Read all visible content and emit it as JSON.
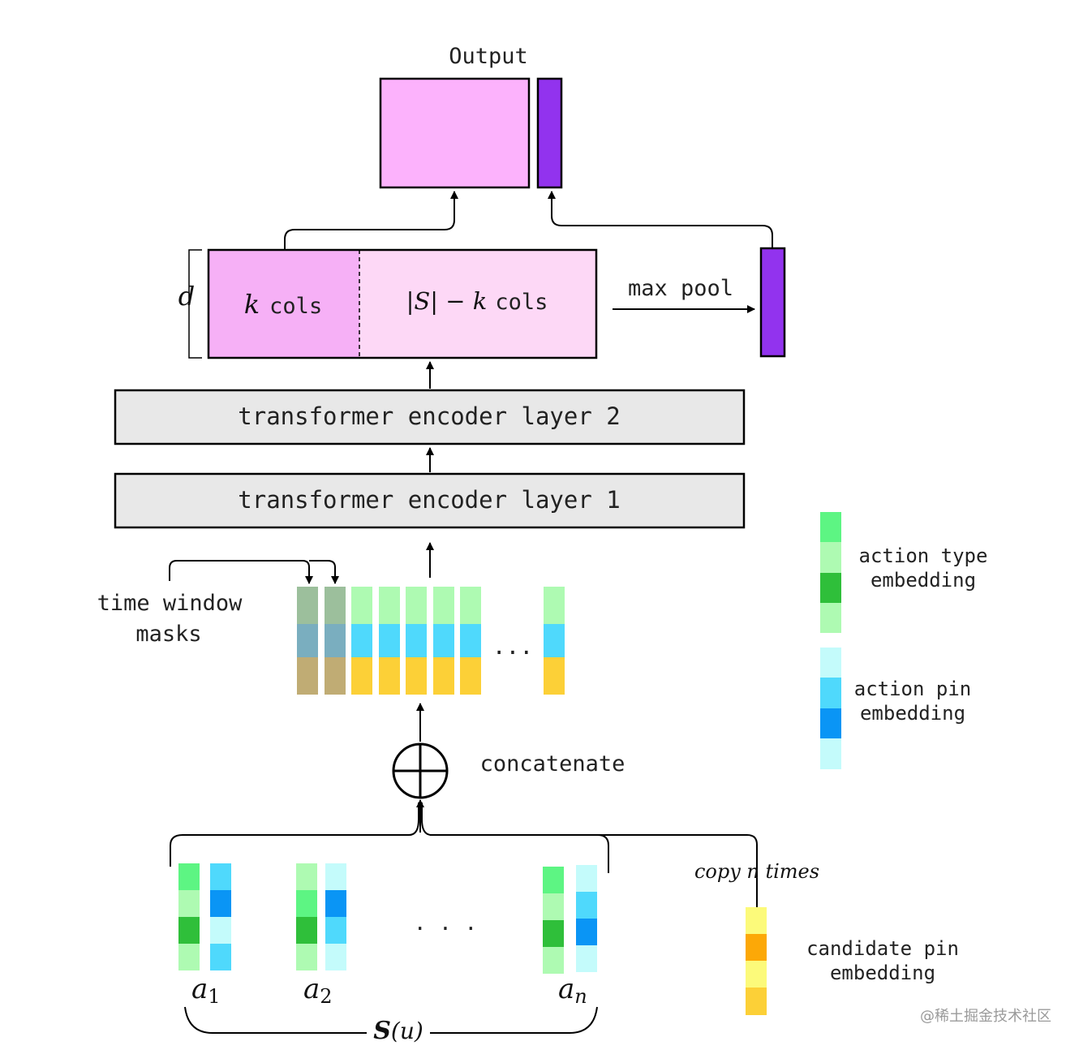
{
  "output_label": "Output",
  "max_pool_label": "max pool",
  "d_label": "d",
  "k_cols": {
    "k": "k",
    "cols": "cols"
  },
  "rest_cols": {
    "s": "|S| − k",
    "cols": "cols"
  },
  "encoder_layers": [
    "transformer encoder layer 2",
    "transformer encoder layer 1"
  ],
  "time_window_masks": [
    "time window",
    "masks"
  ],
  "ellipsis_seq": "...",
  "ellipsis_actions": ". . .",
  "concatenate_label": "concatenate",
  "copy_n_times": "copy n times",
  "actions": [
    {
      "name": "a",
      "sub": "1"
    },
    {
      "name": "a",
      "sub": "2"
    },
    {
      "name": "a",
      "sub": "n"
    }
  ],
  "sequence_label": {
    "s": "S",
    "arg": "(u)"
  },
  "legend": [
    {
      "lines": [
        "action type",
        "embedding"
      ]
    },
    {
      "lines": [
        "action pin",
        "embedding"
      ]
    },
    {
      "lines": [
        "candidate pin",
        "embedding"
      ]
    }
  ],
  "watermark": "@稀土掘金技术社区",
  "colors": {
    "output_pink": "#fcb2fc",
    "k_cols_pink": "#f6b0f6",
    "rest_pink": "#fdd8f6",
    "purple": "#9233ee",
    "encoder_gray": "#e8e8e8",
    "green_light": "#aefab2",
    "green_mid": "#5df583",
    "green_dark": "#2fbf3a",
    "cyan_light": "#c4fbfb",
    "cyan_mid": "#4fd9fc",
    "blue": "#0a95f5",
    "yellow": "#fcd037",
    "yellow_light": "#fcfa7a",
    "orange": "#fca807",
    "masked_green": "#9cbf9c",
    "masked_blue": "#7aaebf",
    "masked_tan": "#c0ac74"
  }
}
